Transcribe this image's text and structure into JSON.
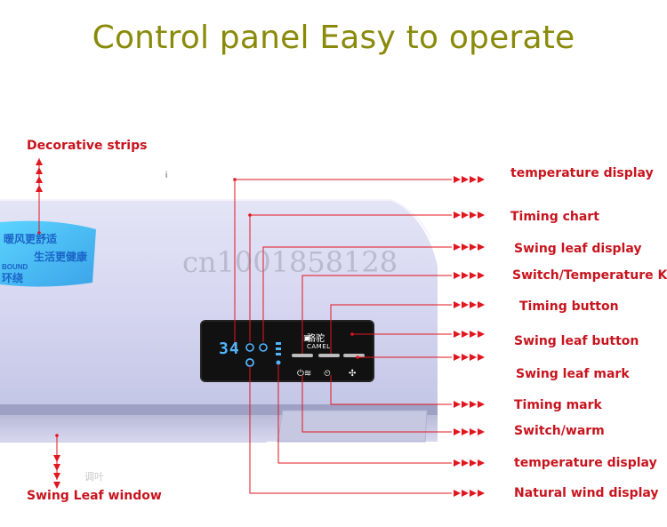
{
  "title": "Control panel Easy to operate",
  "watermark": "cn1001858128",
  "display_text": "34",
  "brand": {
    "name_cn": "骆驼",
    "name_en": "CAMEL"
  },
  "sticker": {
    "line1": "暖风更舒适",
    "line2": "生活更健康",
    "line3": "BOUND",
    "line4": "环绕"
  },
  "bottom_text": "调叶",
  "labels": {
    "decorative_strips": "Decorative strips",
    "swing_leaf_window": "Swing Leaf window",
    "temperature_display_top": "temperature display",
    "timing_chart": "Timing chart",
    "swing_leaf_display": "Swing leaf display",
    "switch_temperature_key": "Switch/Temperature Key",
    "timing_button": "Timing button",
    "swing_leaf_button": "Swing leaf button",
    "swing_leaf_mark": "Swing leaf mark",
    "timing_mark": "Timing mark",
    "switch_warm": "Switch/warm",
    "temperature_display_bottom": "temperature display",
    "natural_wind_display": "Natural wind display"
  },
  "colors": {
    "title": "#8a8a0a",
    "label": "#c8141e",
    "arrow": "#e2161f",
    "panel": "#111111",
    "lcd": "#4fb6ff"
  }
}
